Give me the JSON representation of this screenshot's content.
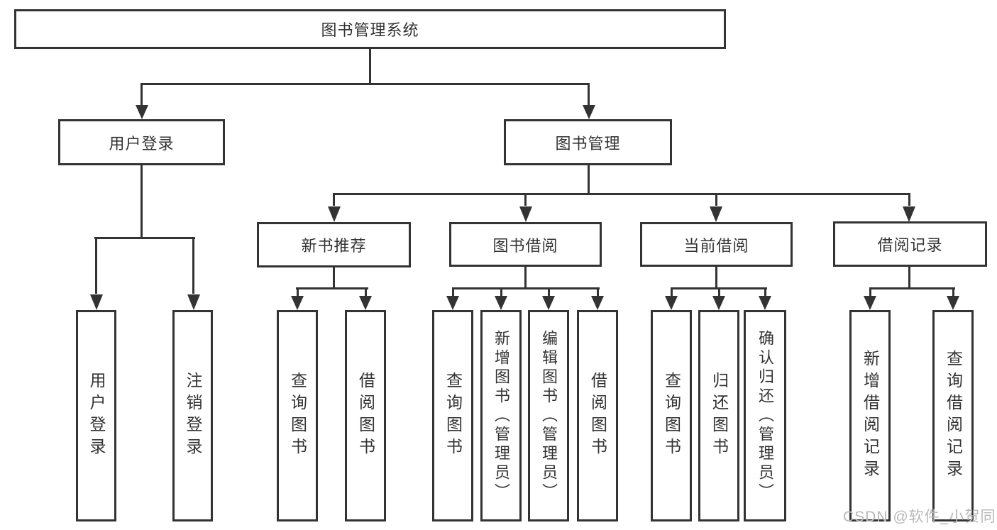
{
  "diagram": {
    "tree": {
      "label": "图书管理系统",
      "children": [
        {
          "label": "用户登录",
          "children": [
            {
              "label": "用户登录"
            },
            {
              "label": "注销登录"
            }
          ]
        },
        {
          "label": "图书管理",
          "children": [
            {
              "label": "新书推荐",
              "children": [
                {
                  "label": "查询图书"
                },
                {
                  "label": "借阅图书"
                }
              ]
            },
            {
              "label": "图书借阅",
              "children": [
                {
                  "label": "查询图书"
                },
                {
                  "label": "新增图书（管理员）"
                },
                {
                  "label": "编辑图书（管理员）"
                },
                {
                  "label": "借阅图书"
                }
              ]
            },
            {
              "label": "当前借阅",
              "children": [
                {
                  "label": "查询图书"
                },
                {
                  "label": "归还图书"
                },
                {
                  "label": "确认归还（管理员）"
                }
              ]
            },
            {
              "label": "借阅记录",
              "children": [
                {
                  "label": "新增借阅记录"
                },
                {
                  "label": "查询借阅记录"
                }
              ]
            }
          ]
        }
      ]
    },
    "watermark": "CSDN @软件_小贺同学",
    "colors": {
      "line": "#333333",
      "text": "#333333",
      "background": "#ffffff",
      "watermark": "#b8b8b8"
    }
  }
}
